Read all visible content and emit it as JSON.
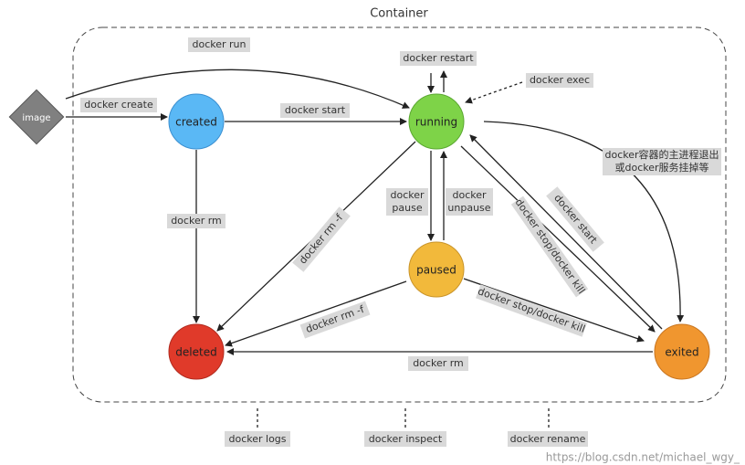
{
  "title": "Container",
  "nodes": {
    "image": "image",
    "created": "created",
    "running": "running",
    "paused": "paused",
    "deleted": "deleted",
    "exited": "exited"
  },
  "colors": {
    "image": "#808080",
    "created": "#5ab8f5",
    "running": "#7ed348",
    "paused": "#f2b93b",
    "deleted": "#e03a2a",
    "exited": "#f0962f"
  },
  "edges": {
    "run": "docker run",
    "create": "docker create",
    "start": "docker start",
    "restart": "docker restart",
    "exec": "docker exec",
    "exit_line1": "docker容器的主进程退出",
    "exit_line2": "或docker服务挂掉等",
    "rm_created": "docker rm",
    "rmf_running": "docker rm -f",
    "pause_1": "docker",
    "pause_2": "pause",
    "unpause_1": "docker",
    "unpause_2": "unpause",
    "start_exited": "docker start",
    "stop_running": "docker stop/docker kill",
    "rmf_paused": "docker rm -f",
    "stop_paused": "docker stop/docker kill",
    "rm_exited": "docker rm"
  },
  "outside": {
    "logs": "docker logs",
    "inspect": "docker inspect",
    "rename": "docker rename"
  },
  "watermark": "https://blog.csdn.net/michael_wgy_"
}
